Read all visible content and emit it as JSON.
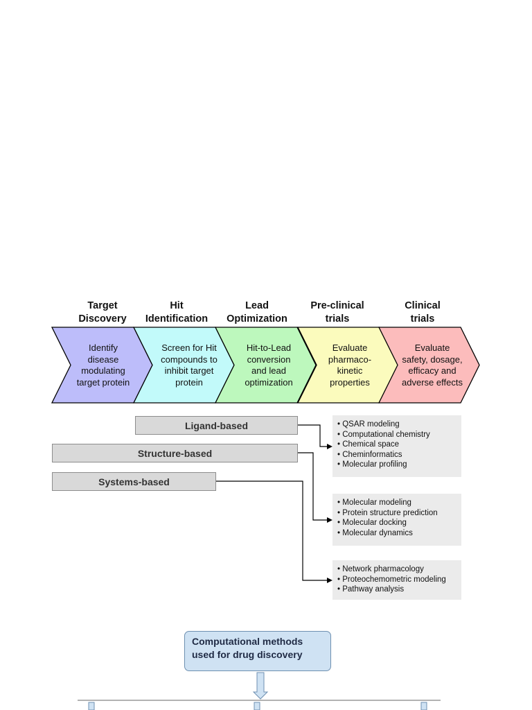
{
  "pipeline": {
    "stages": [
      {
        "title": "Target\nDiscovery",
        "body": "Identify\ndisease\nmodulating\ntarget protein",
        "color": "#bdbdfa"
      },
      {
        "title": "Hit\nIdentification",
        "body": "Screen for Hit\ncompounds to\ninhibit target\nprotein",
        "color": "#c2fafa"
      },
      {
        "title": "Lead\nOptimization",
        "body": "Hit-to-Lead\nconversion\nand lead\noptimization",
        "color": "#bdf8bd"
      },
      {
        "title": "Pre-clinical\ntrials",
        "body": "Evaluate\npharmaco-\nkinetic\nproperties",
        "color": "#fbfbbd"
      },
      {
        "title": "Clinical\ntrials",
        "body": "Evaluate\nsafety, dosage,\nefficacy and\nadverse effects",
        "color": "#fcbcbc"
      }
    ]
  },
  "methods": {
    "ligand_label": "Ligand-based",
    "structure_label": "Structure-based",
    "systems_label": "Systems-based",
    "ligand_items": [
      "QSAR modeling",
      "Computational chemistry",
      "Chemical space",
      "Cheminformatics",
      "Molecular profiling"
    ],
    "structure_items": [
      "Molecular modeling",
      "Protein structure prediction",
      "Molecular docking",
      "Molecular dynamics"
    ],
    "systems_items": [
      "Network pharmacology",
      "Proteochemometric modeling",
      "Pathway analysis"
    ]
  },
  "computational": {
    "title": "Computational methods\nused for drug discovery"
  }
}
